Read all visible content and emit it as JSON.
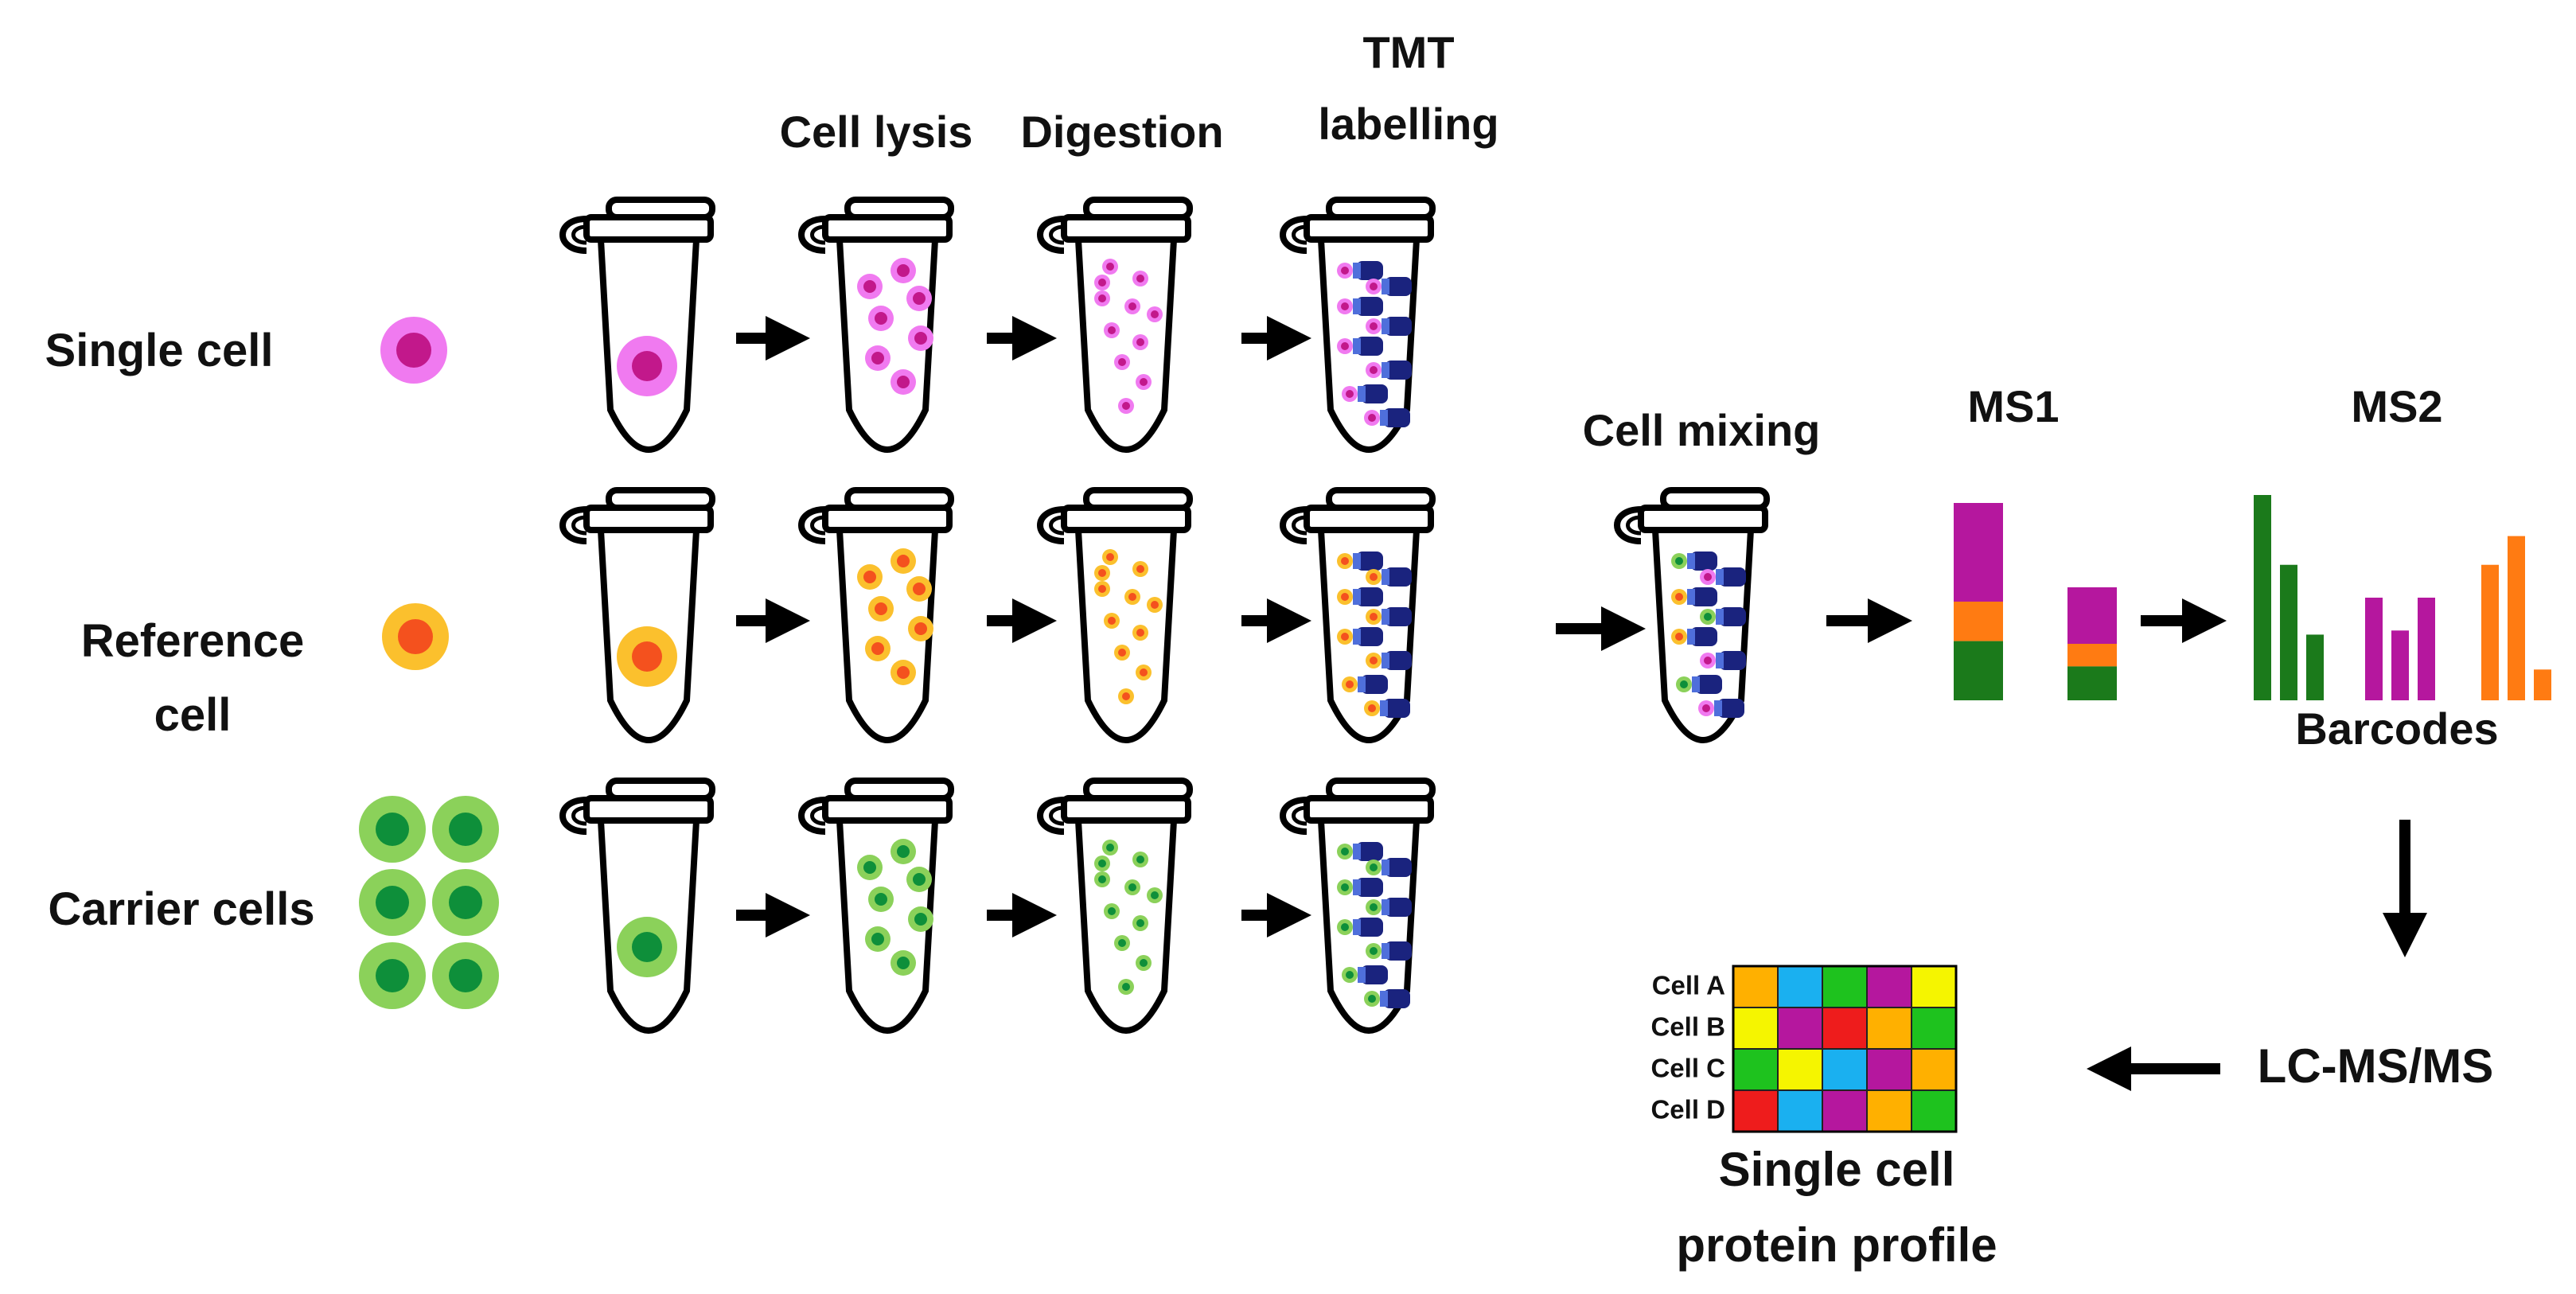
{
  "stage_labels": {
    "cell_lysis": "Cell lysis",
    "digestion": "Digestion",
    "tmt_line1": "TMT",
    "tmt_line2": "labelling",
    "cell_mixing": "Cell mixing",
    "ms1": "MS1",
    "ms2": "MS2",
    "barcodes": "Barcodes",
    "lcms": "LC-MS/MS",
    "profile_line1": "Single cell",
    "profile_line2": "protein profile"
  },
  "row_labels": {
    "single": "Single cell",
    "reference_line1": "Reference",
    "reference_line2": "cell",
    "carrier": "Carrier cells"
  },
  "colors": {
    "magenta_outer": "#f07af0",
    "magenta_inner": "#c2188b",
    "orange_outer": "#fbc02d",
    "orange_inner": "#f4511e",
    "green_outer": "#8bd15a",
    "green_inner": "#0e8f3a",
    "tag_blue": "#1a237e",
    "bar_green": "#1b7a1b",
    "bar_magenta": "#b5179e",
    "bar_orange": "#ff7b12"
  },
  "profile_table": {
    "rows": [
      "Cell A",
      "Cell B",
      "Cell C",
      "Cell D"
    ],
    "cells": [
      [
        "#ffb000",
        "#1ab0f0",
        "#1ec21e",
        "#b5179e",
        "#f5f500"
      ],
      [
        "#f5f500",
        "#b5179e",
        "#ee1c1c",
        "#ffb000",
        "#1ec21e"
      ],
      [
        "#1ec21e",
        "#f5f500",
        "#1ab0f0",
        "#b5179e",
        "#ffb000"
      ],
      [
        "#ee1c1c",
        "#1ab0f0",
        "#b5179e",
        "#ffb000",
        "#1ec21e"
      ]
    ]
  },
  "ms1_stack_ratios": [
    0.5,
    0.2,
    0.3
  ],
  "ms2_groups": {
    "green": [
      1.0,
      0.66,
      0.32
    ],
    "magenta": [
      0.5,
      0.34,
      0.5
    ],
    "orange": [
      0.66,
      0.8,
      0.15
    ]
  }
}
